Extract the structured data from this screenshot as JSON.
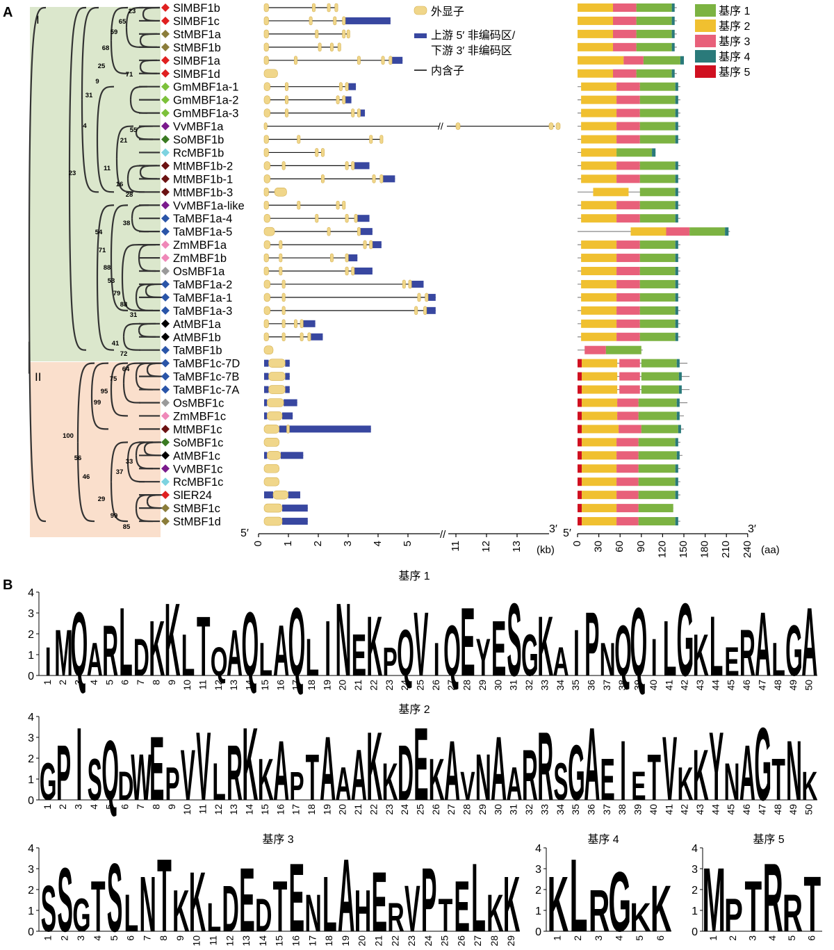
{
  "panels": {
    "a": "A",
    "b": "B"
  },
  "clades": [
    "I",
    "II"
  ],
  "genes": [
    {
      "name": "SlMBF1b",
      "color": "#e02020"
    },
    {
      "name": "SlMBF1c",
      "color": "#e02020"
    },
    {
      "name": "StMBF1a",
      "color": "#8b7d3a"
    },
    {
      "name": "StMBF1b",
      "color": "#8b7d3a"
    },
    {
      "name": "SlMBF1a",
      "color": "#e02020"
    },
    {
      "name": "SlMBF1d",
      "color": "#e02020"
    },
    {
      "name": "GmMBF1a-1",
      "color": "#7cc13a"
    },
    {
      "name": "GmMBF1a-2",
      "color": "#7cc13a"
    },
    {
      "name": "GmMBF1a-3",
      "color": "#7cc13a"
    },
    {
      "name": "VvMBF1a",
      "color": "#7a1a8c"
    },
    {
      "name": "SoMBF1b",
      "color": "#3a7a22"
    },
    {
      "name": "RcMBF1b",
      "color": "#7dd3e0"
    },
    {
      "name": "MtMBF1b-2",
      "color": "#6b1212"
    },
    {
      "name": "MtMBF1b-1",
      "color": "#6b1212"
    },
    {
      "name": "MtMBF1b-3",
      "color": "#6b1212"
    },
    {
      "name": "VvMBF1a-like",
      "color": "#7a1a8c"
    },
    {
      "name": "TaMBF1a-4",
      "color": "#2a55a8"
    },
    {
      "name": "TaMBF1a-5",
      "color": "#2a55a8"
    },
    {
      "name": "ZmMBF1a",
      "color": "#ef88b8"
    },
    {
      "name": "ZmMBF1b",
      "color": "#ef88b8"
    },
    {
      "name": "OsMBF1a",
      "color": "#9a9a9a"
    },
    {
      "name": "TaMBF1a-2",
      "color": "#2a55a8"
    },
    {
      "name": "TaMBF1a-1",
      "color": "#2a55a8"
    },
    {
      "name": "TaMBF1a-3",
      "color": "#2a55a8"
    },
    {
      "name": "AtMBF1a",
      "color": "#000000"
    },
    {
      "name": "AtMBF1b",
      "color": "#000000"
    },
    {
      "name": "TaMBF1b",
      "color": "#2a55a8"
    },
    {
      "name": "TaMBF1c-7D",
      "color": "#2a55a8"
    },
    {
      "name": "TaMBF1c-7B",
      "color": "#2a55a8"
    },
    {
      "name": "TaMBF1c-7A",
      "color": "#2a55a8"
    },
    {
      "name": "OsMBF1c",
      "color": "#9a9a9a"
    },
    {
      "name": "ZmMBF1c",
      "color": "#ef88b8"
    },
    {
      "name": "MtMBF1c",
      "color": "#6b1212"
    },
    {
      "name": "SoMBF1c",
      "color": "#3a7a22"
    },
    {
      "name": "AtMBF1c",
      "color": "#000000"
    },
    {
      "name": "VvMBF1c",
      "color": "#7a1a8c"
    },
    {
      "name": "RcMBF1c",
      "color": "#7dd3e0"
    },
    {
      "name": "SlER24",
      "color": "#e02020"
    },
    {
      "name": "StMBF1c",
      "color": "#8b7d3a"
    },
    {
      "name": "StMBF1d",
      "color": "#8b7d3a"
    }
  ],
  "bootstrap": [
    "23",
    "65",
    "59",
    "68",
    "25",
    "71",
    "9",
    "31",
    "4",
    "55",
    "21",
    "11",
    "16",
    "28",
    "23",
    "38",
    "54",
    "71",
    "88",
    "53",
    "79",
    "88",
    "31",
    "41",
    "72",
    "64",
    "75",
    "95",
    "99",
    "100",
    "56",
    "33",
    "37",
    "46",
    "29",
    "99",
    "85"
  ],
  "gene_legend": {
    "exon": "外显子",
    "utr": "上游 5′ 非编码区/",
    "utr2": "下游 3′ 非编码区",
    "intron": "内含子"
  },
  "motif_legend": [
    {
      "label": "基序 1",
      "color": "#7cb342"
    },
    {
      "label": "基序 2",
      "color": "#f0c030"
    },
    {
      "label": "基序 3",
      "color": "#e8607a"
    },
    {
      "label": "基序 4",
      "color": "#2a7a7a"
    },
    {
      "label": "基序 5",
      "color": "#d01020"
    }
  ],
  "gene_axis": {
    "ticks": [
      "0",
      "1",
      "2",
      "3",
      "4",
      "5",
      "11",
      "12",
      "13"
    ],
    "unit": "(kb)",
    "end5": "5′",
    "end3": "3′"
  },
  "protein_axis": {
    "ticks": [
      "0",
      "30",
      "60",
      "90",
      "120",
      "150",
      "180",
      "210",
      "240"
    ],
    "unit": "(aa)",
    "end5": "5′",
    "end3": "3′"
  },
  "logo_colors": {
    "hydrophobic": "#1a3a9c",
    "basic": "#c0141c",
    "acidic": "#b068b0",
    "polar": "#2f7a1e",
    "gly": "#f0a818",
    "pro": "#e8e85a",
    "aromatic": "#80c8c8",
    "his": "#f8c0c8"
  },
  "logos": [
    {
      "title": "基序 1",
      "yticks": [
        "0",
        "1",
        "2",
        "3",
        "4"
      ],
      "seq": "IMQARLDKKLTQAQLAQLINEKPQVIQEYESGKAIPNQQILGKLERALGA",
      "positions": 50
    },
    {
      "title": "基序 2",
      "yticks": [
        "0",
        "1",
        "2",
        "3",
        "4"
      ],
      "seq": "GPISQDWEPVVLRKKAPTAAAKKDEKAVNAARRSGAEIETVKKYNAGTNK",
      "positions": 50
    },
    {
      "title": "基序 3",
      "yticks": [
        "0",
        "1",
        "2",
        "3",
        "4"
      ],
      "seq": "SSGTSLNTKKLDEDTENLAHERVPTELKK",
      "positions": 29
    },
    {
      "title": "基序 4",
      "yticks": [
        "0",
        "1",
        "2",
        "3",
        "4"
      ],
      "seq": "KLRGKK",
      "positions": 6
    },
    {
      "title": "基序 5",
      "yticks": [
        "0",
        "1",
        "2",
        "3",
        "4"
      ],
      "seq": "MPTRRT",
      "positions": 6
    }
  ]
}
